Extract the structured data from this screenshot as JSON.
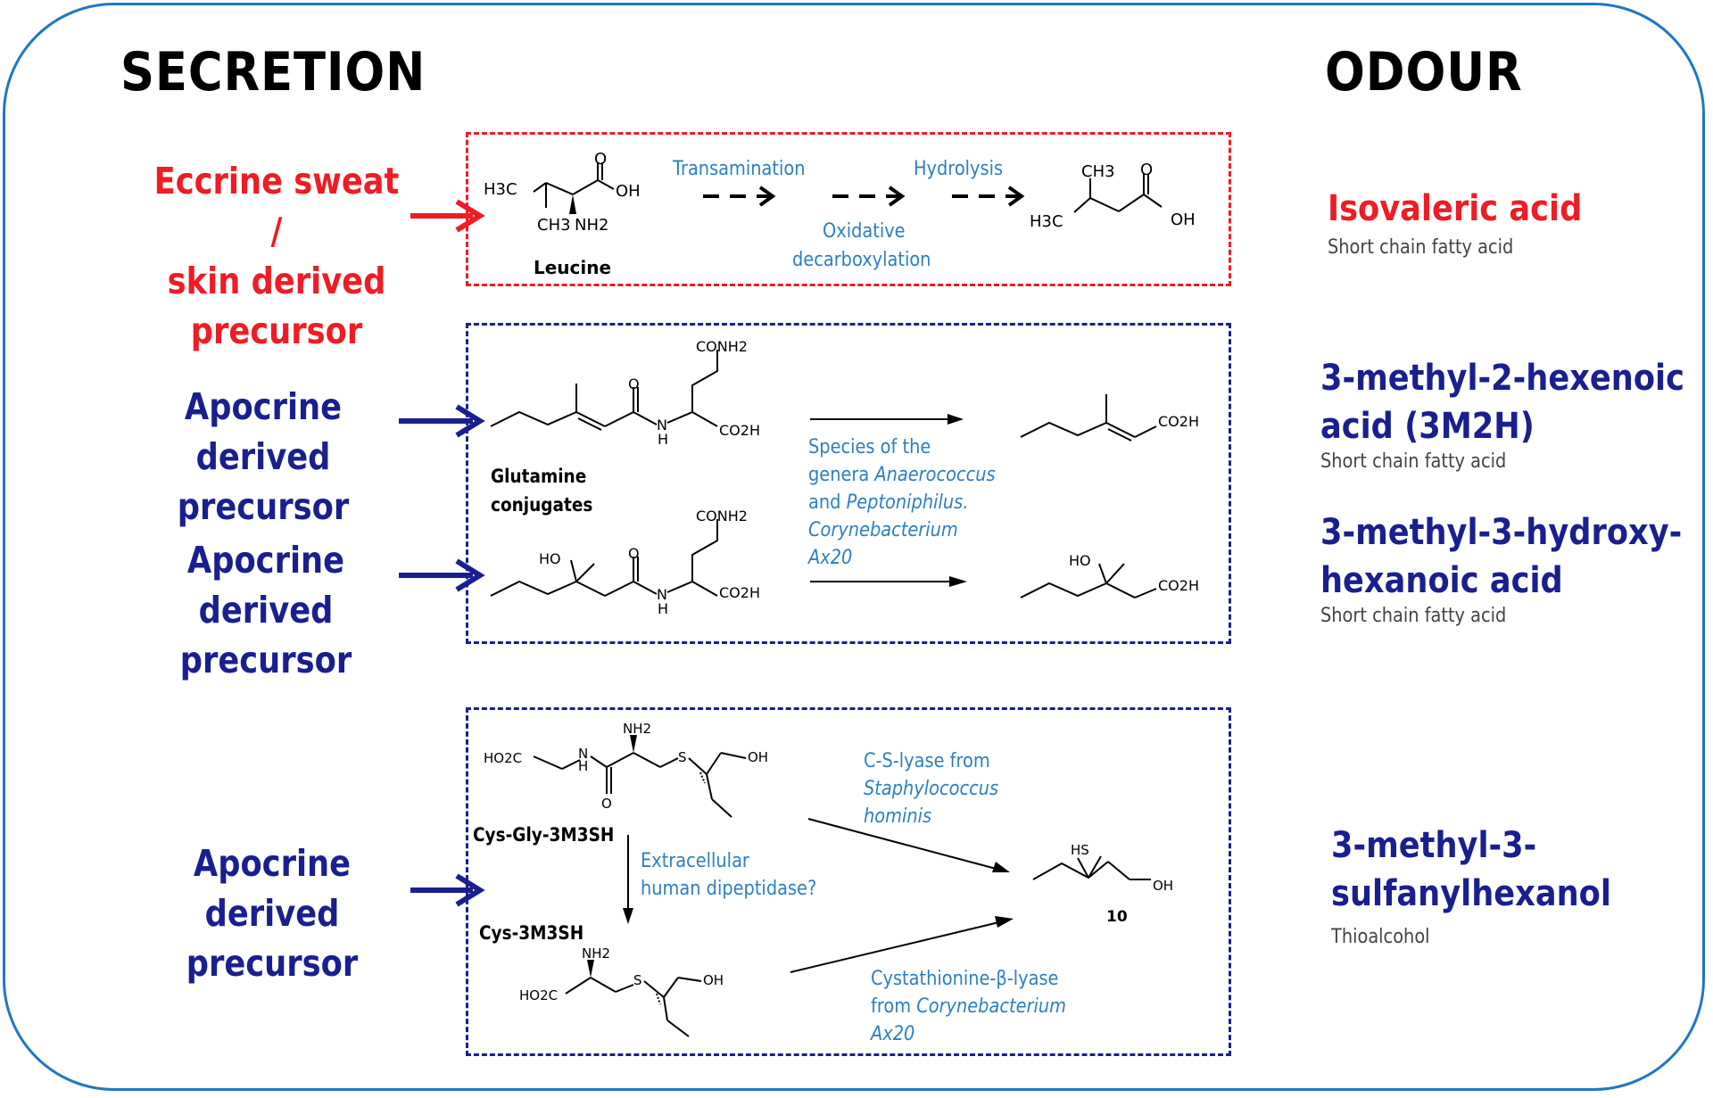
{
  "headers": {
    "secretion": "SECRETION",
    "odour": "ODOUR"
  },
  "sources": {
    "eccrine": [
      "Eccrine sweat /",
      "skin derived",
      "precursor"
    ],
    "apocrine1": [
      "Apocrine derived",
      "precursor"
    ],
    "apocrine2": [
      "Apocrine derived",
      "precursor"
    ],
    "apocrine3": [
      "Apocrine derived",
      "precursor"
    ]
  },
  "colors": {
    "red": "#ee1c25",
    "navy": "#1a1f8f",
    "frame": "#1f77c4",
    "enzyme_text": "#2e7fbf"
  },
  "pathway1": {
    "leucine_label": "Leucine",
    "steps": [
      "Transamination",
      "Hydrolysis"
    ],
    "step_below": [
      "Oxidative",
      "decarboxylation"
    ],
    "atoms": {
      "h3c": "H3C",
      "ch3": "CH3",
      "nh2": "NH2",
      "o": "O",
      "oh": "OH"
    }
  },
  "pathway2": {
    "conjugate_label": [
      "Glutamine",
      "conjugates"
    ],
    "enzyme": [
      "Species of the",
      "genera ",
      "Anaerococcus",
      "and ",
      "Peptoniphilus.",
      "Corynebacterium",
      "Ax20"
    ],
    "atoms": {
      "conh2": "CONH2",
      "co2h": "CO2H",
      "o": "O",
      "n": "N",
      "h": "H",
      "ho": "HO"
    }
  },
  "pathway3": {
    "label_cysgly": "Cys-Gly-3M3SH",
    "label_cys": "Cys-3M3SH",
    "product_number": "10",
    "dipeptidase": [
      "Extracellular",
      "human dipeptidase?"
    ],
    "cs_lyase": [
      "C-S-lyase from",
      "Staphylococcus",
      "hominis"
    ],
    "cystathionine": [
      "Cystathionine-β-lyase",
      "from ",
      "Corynebacterium",
      "Ax20"
    ],
    "atoms": {
      "nh2": "NH2",
      "ho2c": "HO2C",
      "n": "N",
      "h": "H",
      "o": "O",
      "s": "S",
      "oh": "OH",
      "hs": "HS"
    }
  },
  "odours": [
    {
      "name": [
        "Isovaleric acid"
      ],
      "class": "Short chain fatty acid"
    },
    {
      "name": [
        "3-methyl-2-hexenoic",
        "acid (3M2H)"
      ],
      "class": "Short chain fatty acid"
    },
    {
      "name": [
        "3-methyl-3-hydroxy-",
        "hexanoic acid"
      ],
      "class": "Short chain fatty acid"
    },
    {
      "name": [
        "3-methyl-3-",
        "sulfanylhexanol"
      ],
      "class": "Thioalcohol"
    }
  ]
}
